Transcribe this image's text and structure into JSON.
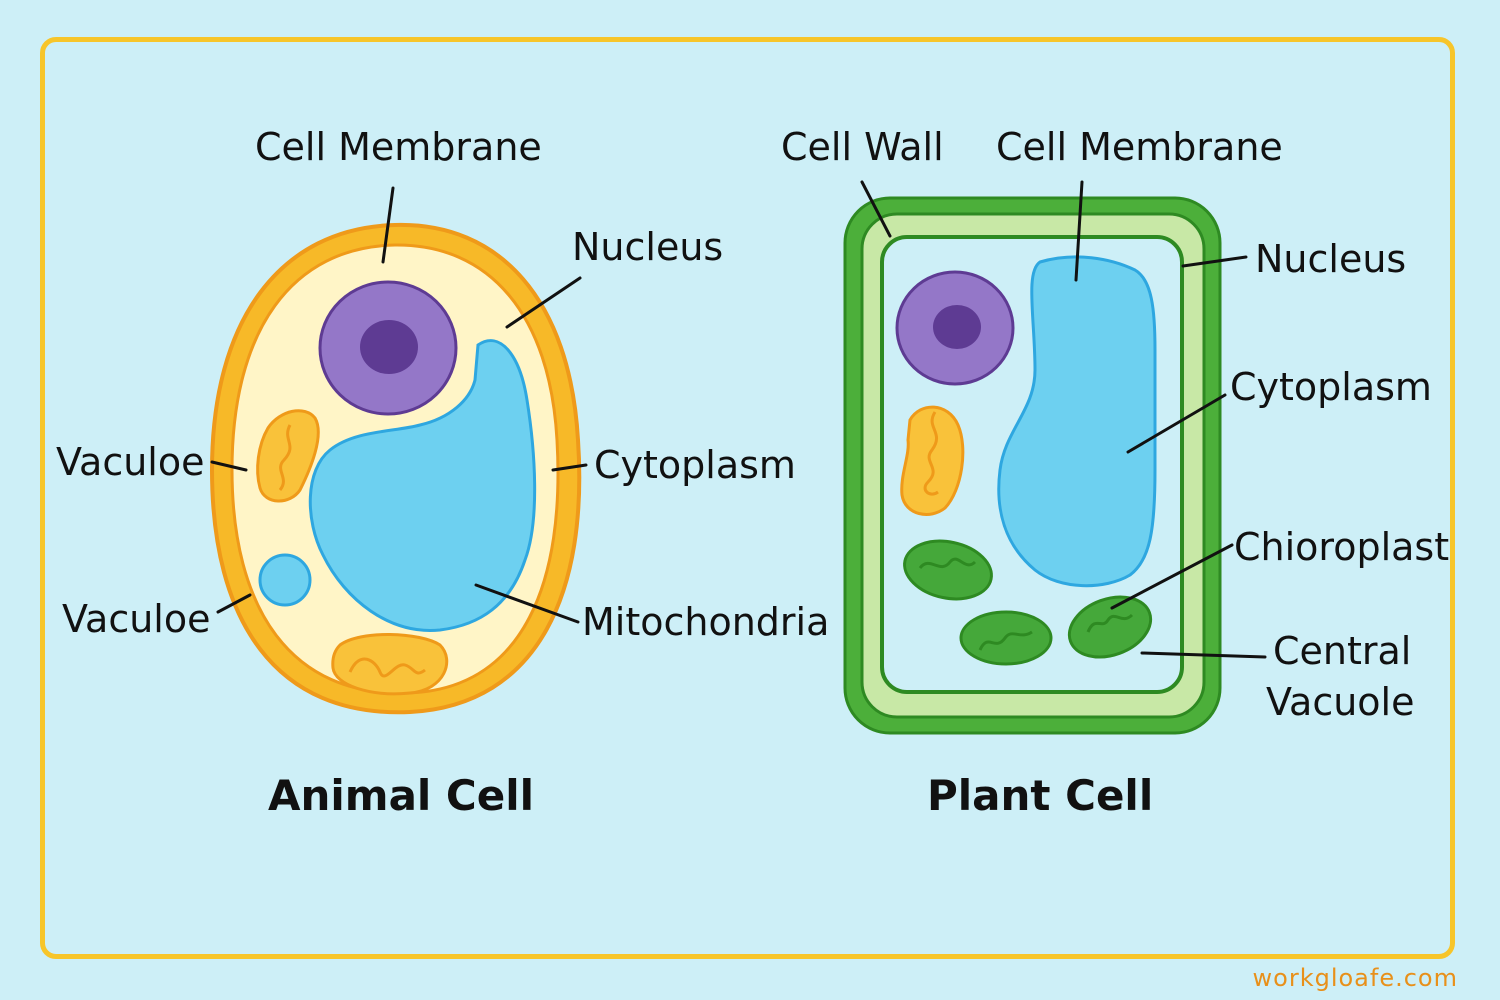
{
  "diagram": {
    "animal_cell": {
      "title": "Animal Cell",
      "labels": {
        "cell_membrane": "Cell Membrane",
        "nucleus": "Nucleus",
        "vacuole_1": "Vaculoe",
        "cytoplasm": "Cytoplasm",
        "vacuole_2": "Vaculoe",
        "mitochondria": "Mitochondria"
      }
    },
    "plant_cell": {
      "title": "Plant Cell",
      "labels": {
        "cell_wall": "Cell Wall",
        "cell_membrane": "Cell Membrane",
        "nucleus": "Nucleus",
        "cytoplasm": "Cytoplasm",
        "chloroplast": "Chioroplast",
        "central_vacuole_line1": "Central",
        "central_vacuole_line2": "Vacuole"
      }
    },
    "colors": {
      "background": "#cdeff7",
      "frame": "#f7c52a",
      "membrane_orange": "#f5a623",
      "cytoplasm_cream": "#fff5c7",
      "nucleus_purple": "#9477c8",
      "nucleolus_purple": "#5e3b93",
      "vacuole_blue": "#6dd0f0",
      "wall_green": "#4caf3a",
      "wall_light_green": "#c8e8a6",
      "chloroplast_green": "#45a83a"
    }
  },
  "watermark": "workgloafe.com"
}
